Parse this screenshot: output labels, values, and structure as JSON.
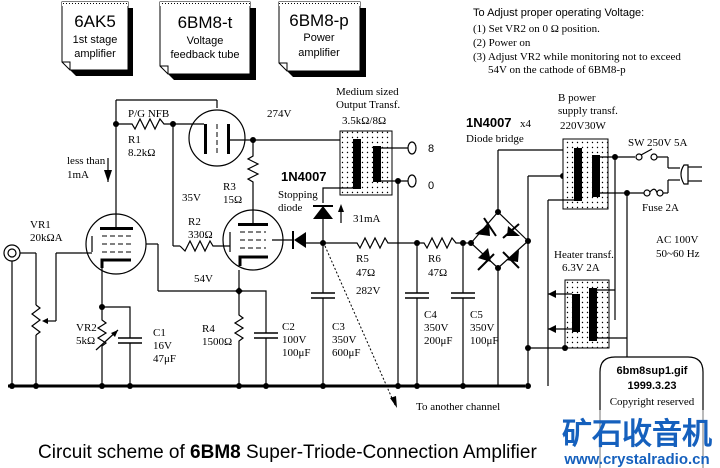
{
  "notes": [
    {
      "tube": "6AK5",
      "line1": "1st stage",
      "line2": "amplifier"
    },
    {
      "tube": "6BM8-t",
      "line1": "Voltage",
      "line2": "feedback tube"
    },
    {
      "tube": "6BM8-p",
      "line1": "Power",
      "line2": "amplifier"
    }
  ],
  "instructions": {
    "title": "To Adjust proper operating Voltage:",
    "steps": [
      "(1) Set VR2 on  0  Ω position.",
      "(2) Power on",
      "(3) Adjust VR2 while monitoring not to exceed",
      "54V on the cathode of 6BM8-p"
    ]
  },
  "labels": {
    "pg_nfb": "P/G NFB",
    "r1_name": "R1",
    "r1_val": "8.2kΩ",
    "less_than_1": "less than",
    "less_than_2": "1mA",
    "vr1_name": "VR1",
    "vr1_val": "20kΩA",
    "v274": "274V",
    "v35": "35V",
    "r3_name": "R3",
    "r3_val": "15Ω",
    "r2_name": "R2",
    "r2_val": "330Ω",
    "v54": "54V",
    "vr2_name": "VR2",
    "vr2_val": "5kΩ",
    "c1_name": "C1",
    "c1_v": "16V",
    "c1_c": "47μF",
    "r4_name": "R4",
    "r4_val": "1500Ω",
    "c2_name": "C2",
    "c2_v": "100V",
    "c2_c": "100μF",
    "c3_name": "C3",
    "c3_v": "350V",
    "c3_c": "600μF",
    "output_transf_1": "Medium sized",
    "output_transf_2": "Output Transf.",
    "output_transf_ratio": "3.5kΩ/8Ω",
    "tap_8": "8",
    "tap_0": "0",
    "diode_1n4007": "1N4007",
    "stopping_1": "Stopping",
    "stopping_2": "diode",
    "i31": "31mA",
    "r5_name": "R5",
    "r5_val": "47Ω",
    "v282": "282V",
    "r6_name": "R6",
    "r6_val": "47Ω",
    "c4_name": "C4",
    "c4_v": "350V",
    "c4_c": "200μF",
    "c5_name": "C5",
    "c5_v": "350V",
    "c5_c": "100μF",
    "bridge_1": "1N4007",
    "bridge_x": "x4",
    "bridge_2": "Diode bridge",
    "bpower_1": "B power",
    "bpower_2": "supply transf.",
    "bpower_3": "220V30W",
    "sw": "SW 250V 5A",
    "fuse": "Fuse 2A",
    "ac_1": "AC 100V",
    "ac_2": "50~60 Hz",
    "heater_1": "Heater transf.",
    "heater_2": "6.3V 2A",
    "another_channel": "To another channel"
  },
  "stamp": {
    "file": "6bm8sup1.gif",
    "date": "1999.3.23",
    "copyright": "Copyright reserved"
  },
  "title": {
    "prefix": "Circuit scheme of ",
    "bold": "6BM8",
    "suffix": " Super-Triode-Connection Amplifier"
  },
  "watermark": {
    "cn": "矿石收音机",
    "url": "www.crystalradio.cn",
    "color": "#1560bd"
  }
}
